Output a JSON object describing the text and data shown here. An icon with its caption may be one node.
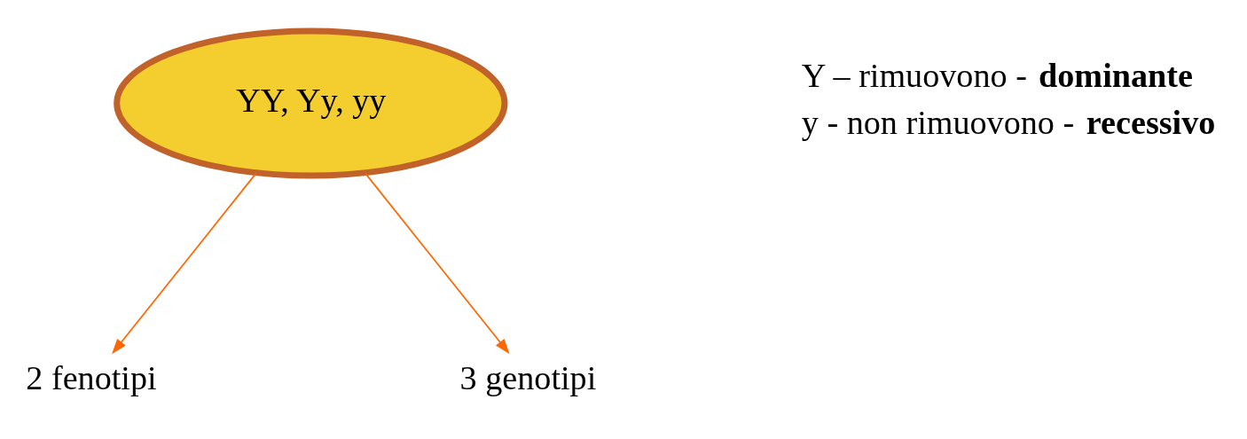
{
  "diagram": {
    "nodes": [
      {
        "text": [
          "YY, Yy, yy"
        ]
      },
      {
        "text": [
          "2 fenotipi"
        ]
      },
      {
        "text": [
          "3 genotipi"
        ]
      }
    ],
    "edges": [
      {
        "from": 0,
        "to": 1,
        "arrow": "to"
      },
      {
        "from": 0,
        "to": 2,
        "arrow": "to"
      }
    ],
    "labels": [
      "Y – rimuovono - **dominante**",
      "y - non rimuovono - **recessivo**"
    ]
  }
}
